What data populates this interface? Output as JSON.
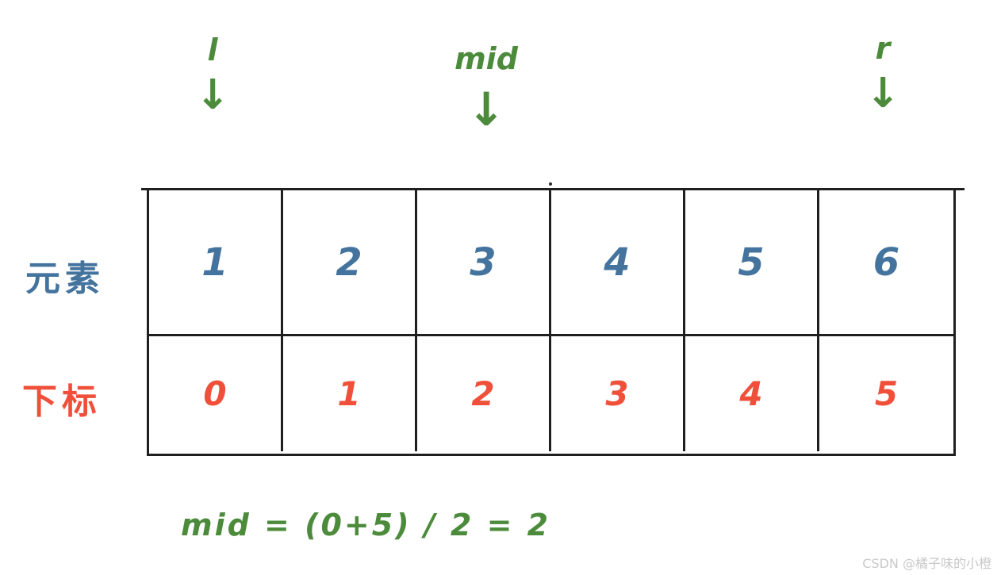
{
  "pointers": {
    "arrow_glyph": "↓",
    "l": {
      "label": "l"
    },
    "mid": {
      "label": "mid"
    },
    "r": {
      "label": "r"
    }
  },
  "table": {
    "row1_label": "元素",
    "row2_label": "下标",
    "elements": [
      "1",
      "2",
      "3",
      "4",
      "5",
      "6"
    ],
    "indices": [
      "0",
      "1",
      "2",
      "3",
      "4",
      "5"
    ]
  },
  "equation": "mid = (0+5) / 2 = 2",
  "watermark": "CSDN @橘子味的小橙",
  "colors": {
    "pointer_green": "#4c8b3b",
    "element_blue": "#44749e",
    "index_orange": "#f0503a",
    "table_line": "#1f1f1f",
    "watermark_gray": "#c9c9c9"
  }
}
